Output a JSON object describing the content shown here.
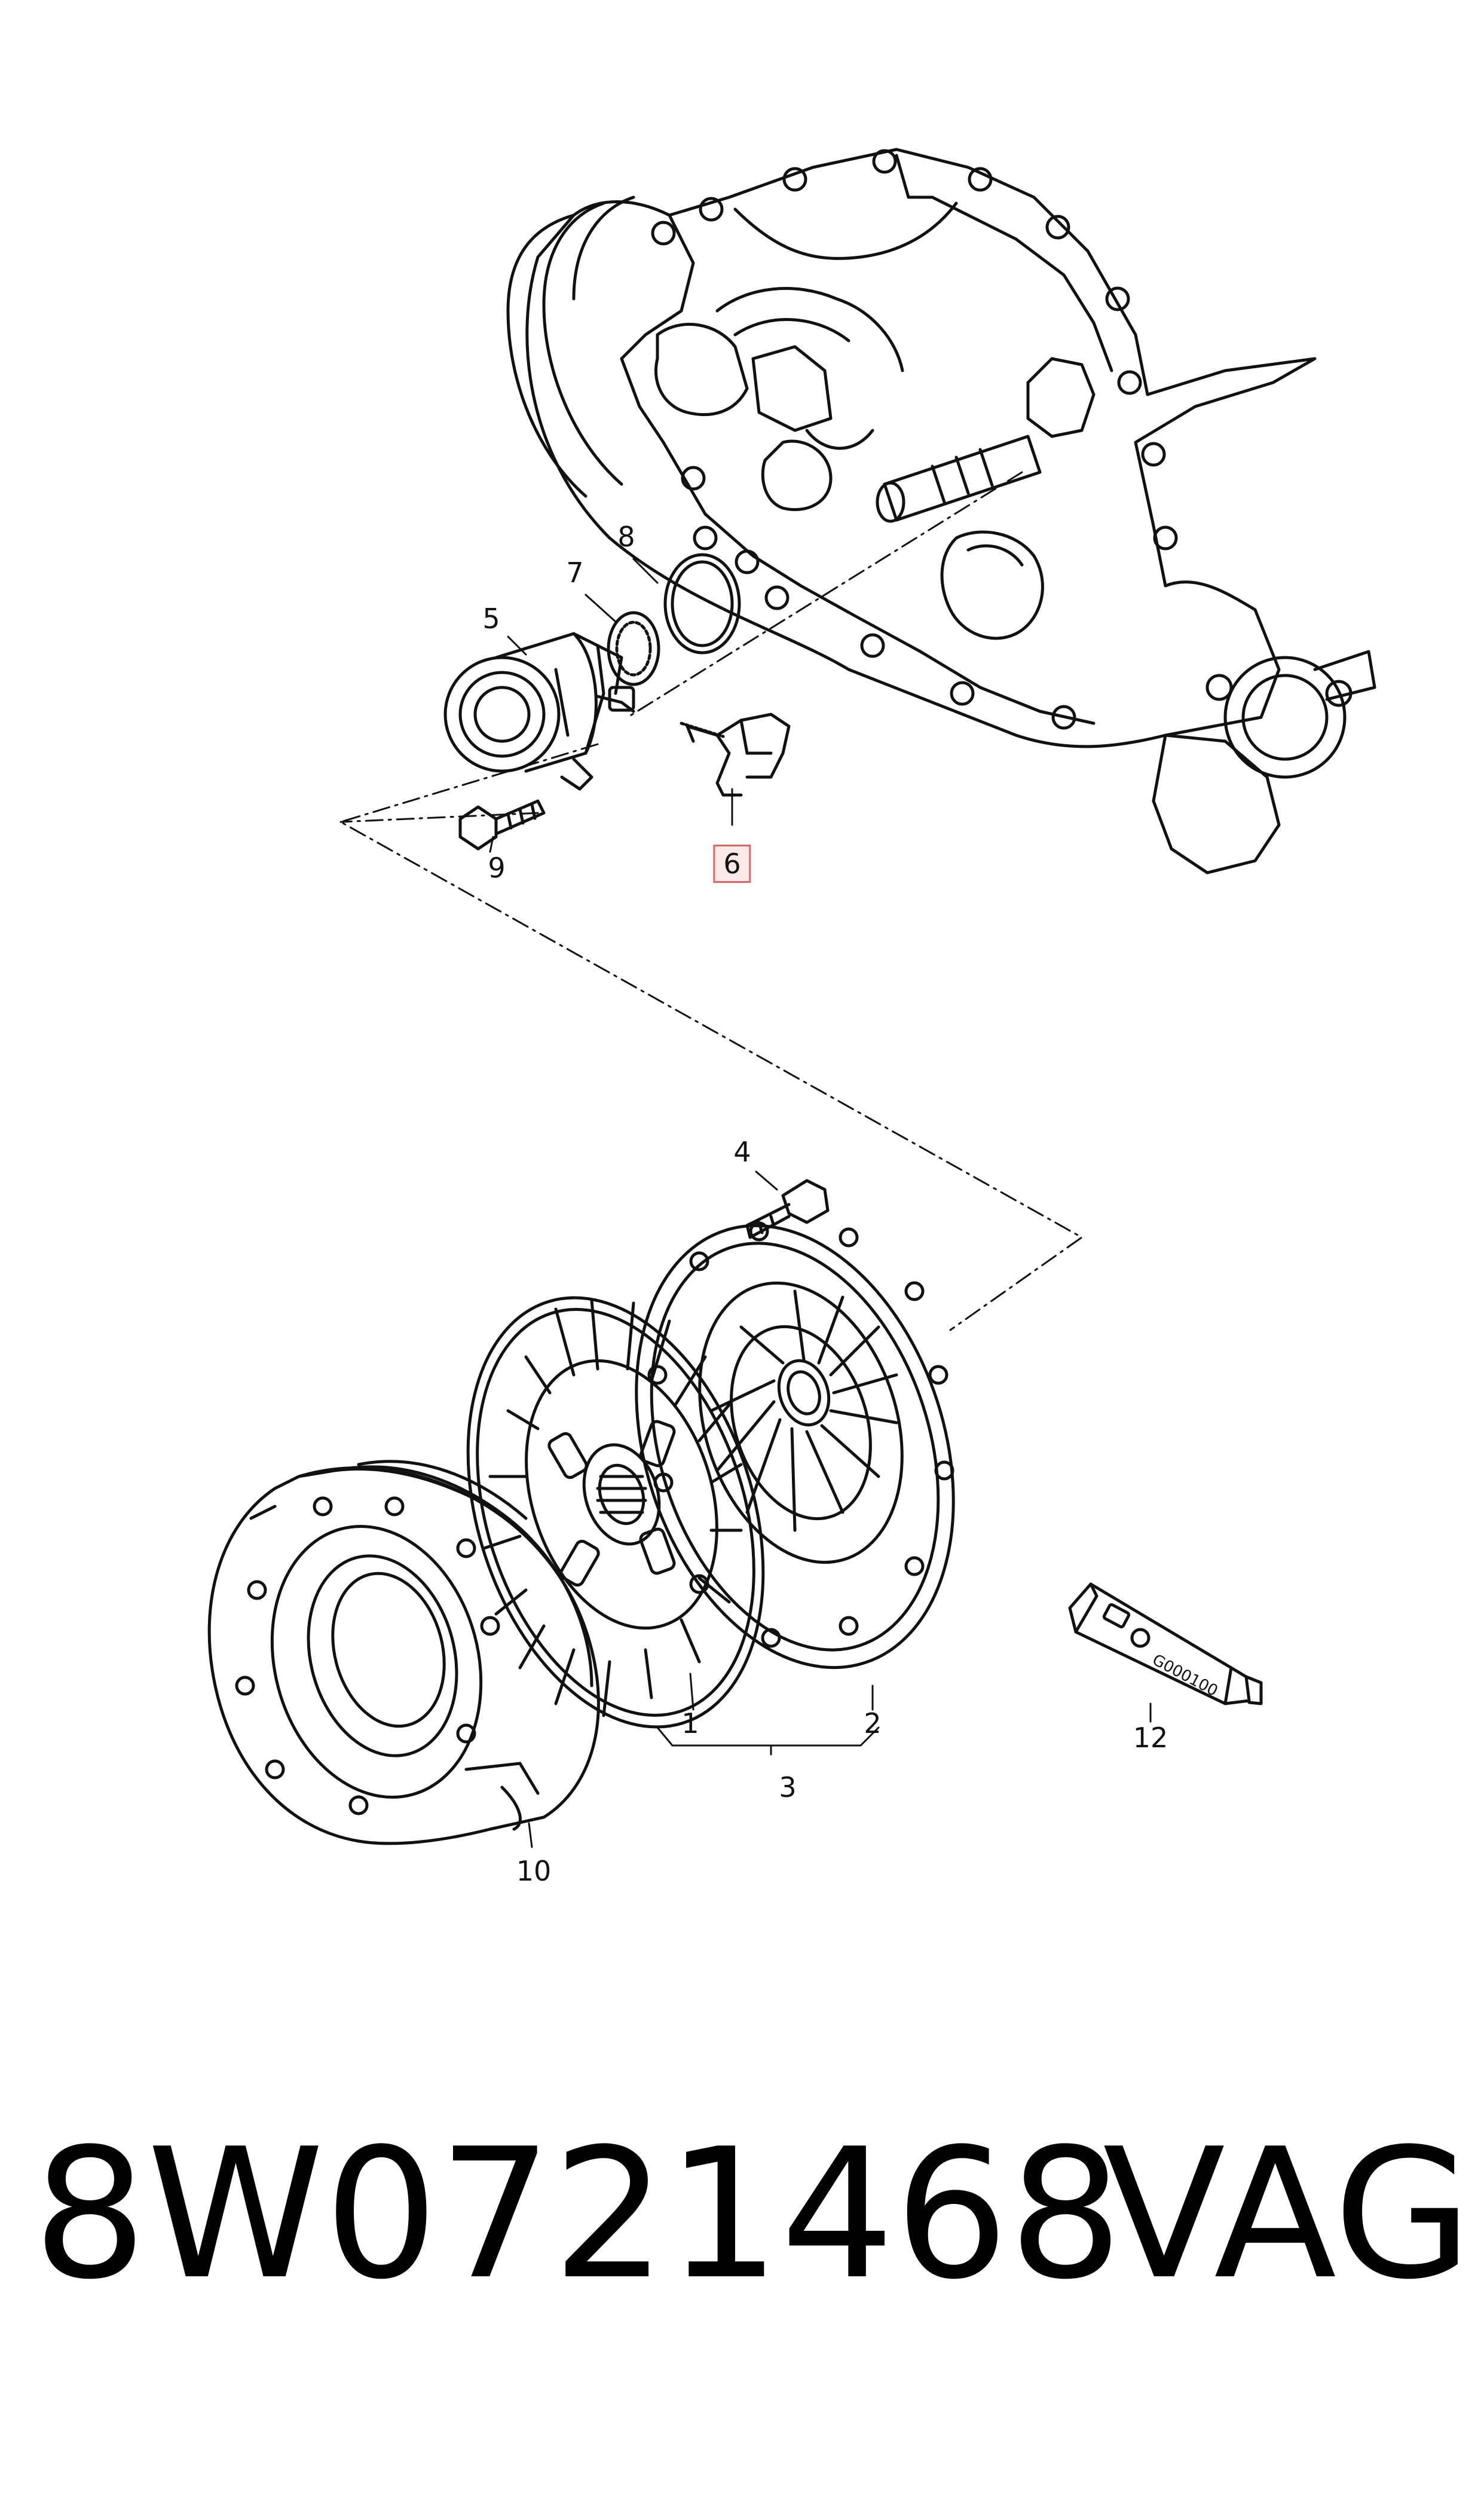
{
  "callouts": {
    "c1": "1",
    "c2": "2",
    "c3": "3",
    "c4": "4",
    "c5": "5",
    "c6": "6",
    "c7": "7",
    "c8": "8",
    "c9": "9",
    "c10": "10",
    "c12": "12"
  },
  "highlighted_callout": "6",
  "grease_tube_label": "G000100",
  "footer": {
    "part_number": "8W0721468",
    "brand": "VAG"
  },
  "colors": {
    "line": "#111111",
    "highlight_border": "#e06666",
    "highlight_fill": "#fde8e8"
  }
}
